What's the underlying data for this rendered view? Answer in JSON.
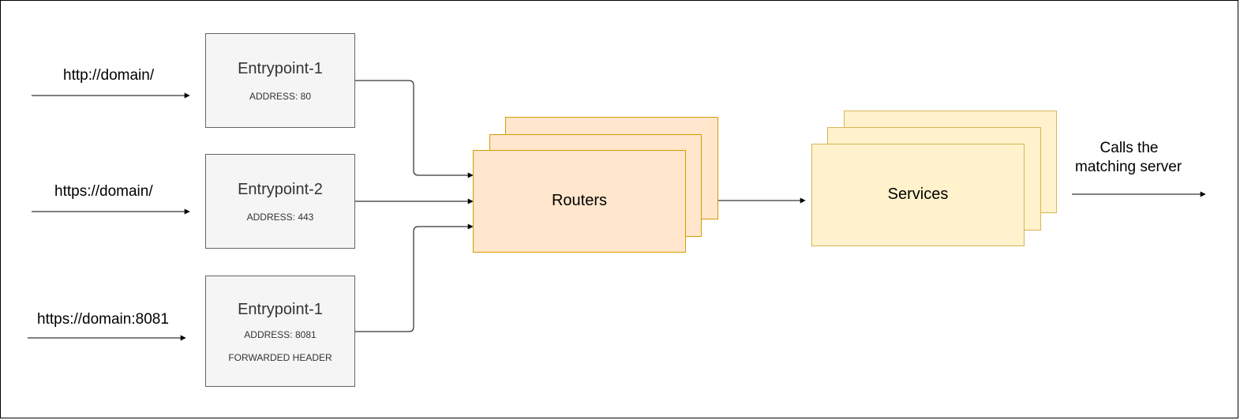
{
  "inputs": [
    {
      "url": "http://domain/"
    },
    {
      "url": "https://domain/"
    },
    {
      "url": "https://domain:8081"
    }
  ],
  "entrypoints": [
    {
      "title": "Entrypoint-1",
      "address": "ADDRESS: 80"
    },
    {
      "title": "Entrypoint-2",
      "address": "ADDRESS: 443"
    },
    {
      "title": "Entrypoint-1",
      "address": "ADDRESS: 8081",
      "extra": "FORWARDED HEADER"
    }
  ],
  "routers": {
    "label": "Routers"
  },
  "services": {
    "label": "Services"
  },
  "output": {
    "line1": "Calls the",
    "line2": "matching server"
  },
  "colors": {
    "entrypoint_fill": "#f5f5f5",
    "entrypoint_stroke": "#666666",
    "router_fill": "#ffe6cc",
    "router_stroke": "#d79b00",
    "service_fill": "#fff2cc",
    "service_stroke": "#d6b656"
  }
}
